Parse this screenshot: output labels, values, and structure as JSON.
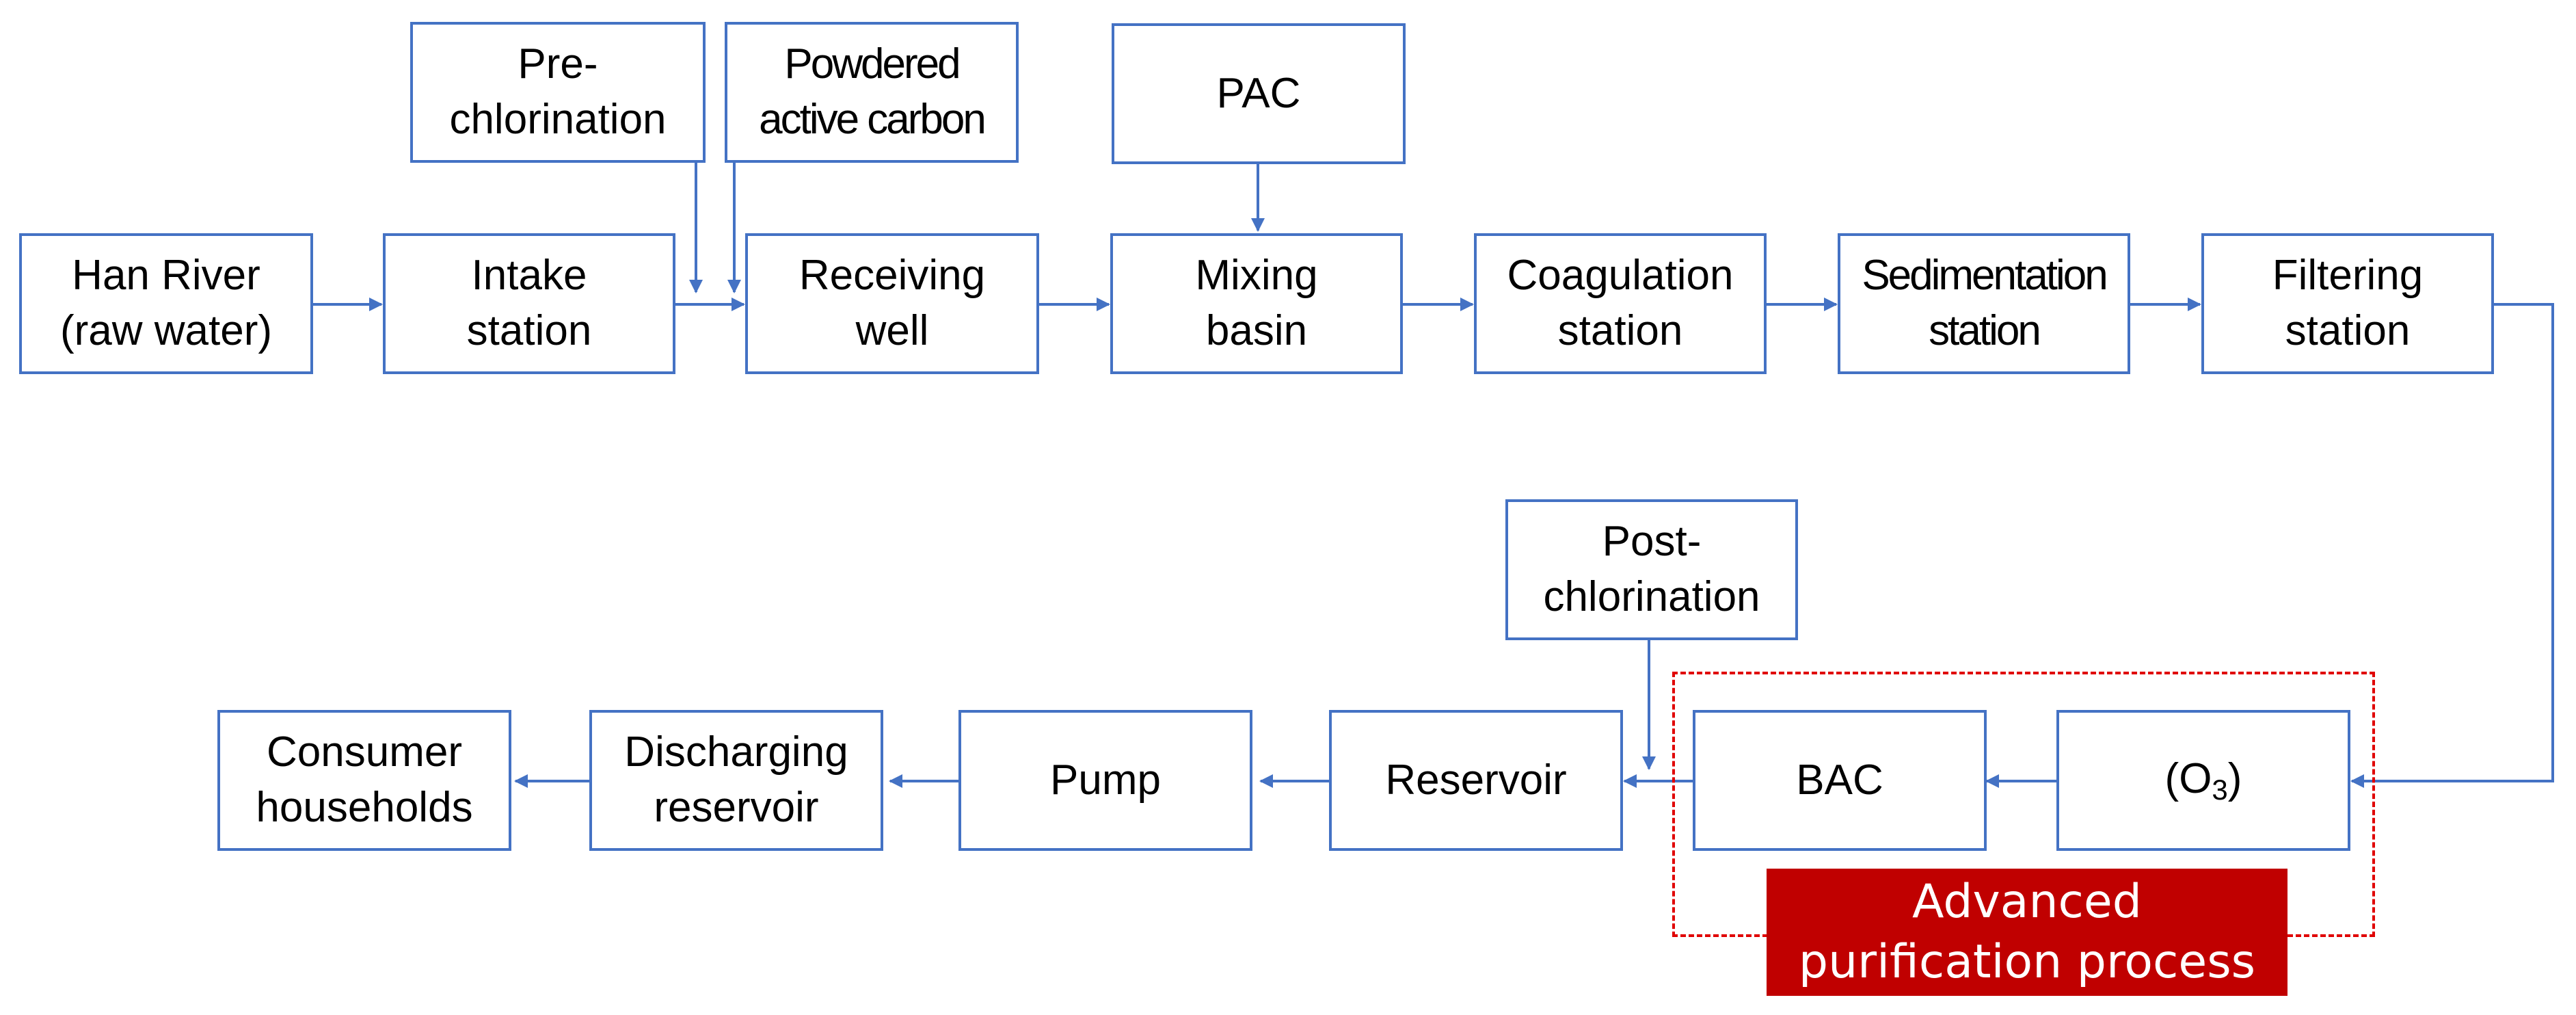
{
  "diagram": {
    "nodes": {
      "han_river": "Han River\n(raw water)",
      "intake_station": "Intake\nstation",
      "pre_chlorination": "Pre-\nchlorination",
      "powdered_active_carbon": "Powdered\nactive carbon",
      "receiving_well": "Receiving\nwell",
      "pac": "PAC",
      "mixing_basin": "Mixing\nbasin",
      "coagulation_station": "Coagulation\nstation",
      "sedimentation_station": "Sedimentation\nstation",
      "filtering_station": "Filtering\nstation",
      "ozone_prefix": "(O",
      "ozone_subscript": "3",
      "ozone_suffix": ")",
      "bac": "BAC",
      "post_chlorination": "Post-\nchlorination",
      "reservoir": "Reservoir",
      "pump": "Pump",
      "discharging_reservoir": "Discharging\nreservoir",
      "consumer_households": "Consumer\nhouseholds"
    },
    "advanced_group_label": "Advanced\npurification process",
    "colors": {
      "box_border": "#4472C4",
      "arrow": "#4472C4",
      "group_border": "#E00000",
      "group_label_bg": "#C00000",
      "group_label_text": "#FFFFFF"
    }
  }
}
